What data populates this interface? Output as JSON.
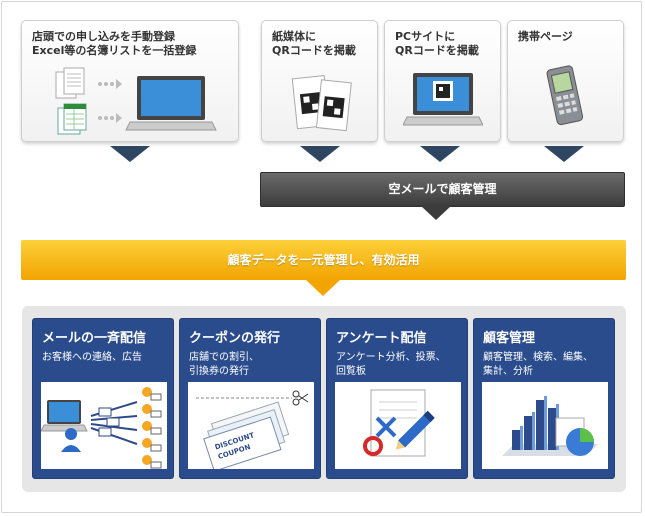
{
  "sources": [
    {
      "lines": [
        "店頭での申し込みを手動登録",
        "Excel等の名簿リストを一括登録"
      ]
    },
    {
      "lines": [
        "紙媒体に",
        "QRコードを掲載"
      ]
    },
    {
      "lines": [
        "PCサイトに",
        "QRコードを掲載"
      ]
    },
    {
      "lines": [
        "携帯ページ"
      ]
    }
  ],
  "empty_mail": "空メールで顧客管理",
  "central": "顧客データを一元管理し、有効活用",
  "features": [
    {
      "title": "メールの一斉配信",
      "desc": [
        "お客様への連絡、広告"
      ]
    },
    {
      "title": "クーポンの発行",
      "desc": [
        "店舗での割引、",
        "引換券の発行"
      ]
    },
    {
      "title": "アンケート配信",
      "desc": [
        "アンケート分析、投票、",
        "回覧板"
      ]
    },
    {
      "title": "顧客管理",
      "desc": [
        "顧客管理、検索、編集、",
        "集計、分析"
      ]
    }
  ],
  "coupon_text": [
    "DISCOUNT",
    "COUPON"
  ],
  "colors": {
    "navy": "#2b4c8c",
    "orange": "#f2a400",
    "dark": "#3c3c3c"
  }
}
